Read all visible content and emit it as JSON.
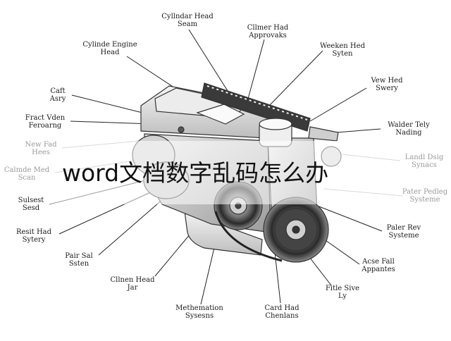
{
  "overlay_title": "word文档数字乱码怎么办",
  "labels": {
    "cylinder_head_seam": "Cyllndar Head\nSeam",
    "cylinder_head_approvals": "Cllmer Had\nApprovaks",
    "cylinder_engine_head": "Cylinde Engine\nHead",
    "weeken_head_system": "Weeken Hed\nSyten",
    "cat_assy": "Caft\nAsry",
    "view_hed_sery": "Vew Hed\nSwery",
    "fract_vden": "Fract Vden\nFeroarng",
    "water_tely_nading": "Walder Tely\nNading",
    "new_fad_hees": "New Fad\nHees",
    "landl_dsig_synacs": "Landl Dsig\nSynacs",
    "caimde_med_scan": "Calmde Med\nScan",
    "pater_pedleg": "Pater Pedleg\nSysteme",
    "sulsest_sesd": "Sulsest\nSesd",
    "pater_rev_systeme": "Paler Rev\nSysteme",
    "resit_hed_sytery": "Resit Had\nSytery",
    "acse_fal_appantes": "Acse Fall\nAppantes",
    "pair_sal_ssten": "Pair Sal\nSsten",
    "fitte_sive_ly": "Fitle Sive\nLy",
    "cilinen_head_jar": "Cllnen Head\nJar",
    "carol_hed_chenlans": "Card Had\nChenlans",
    "methemation_sysesns": "Methemation\nSysesns"
  }
}
